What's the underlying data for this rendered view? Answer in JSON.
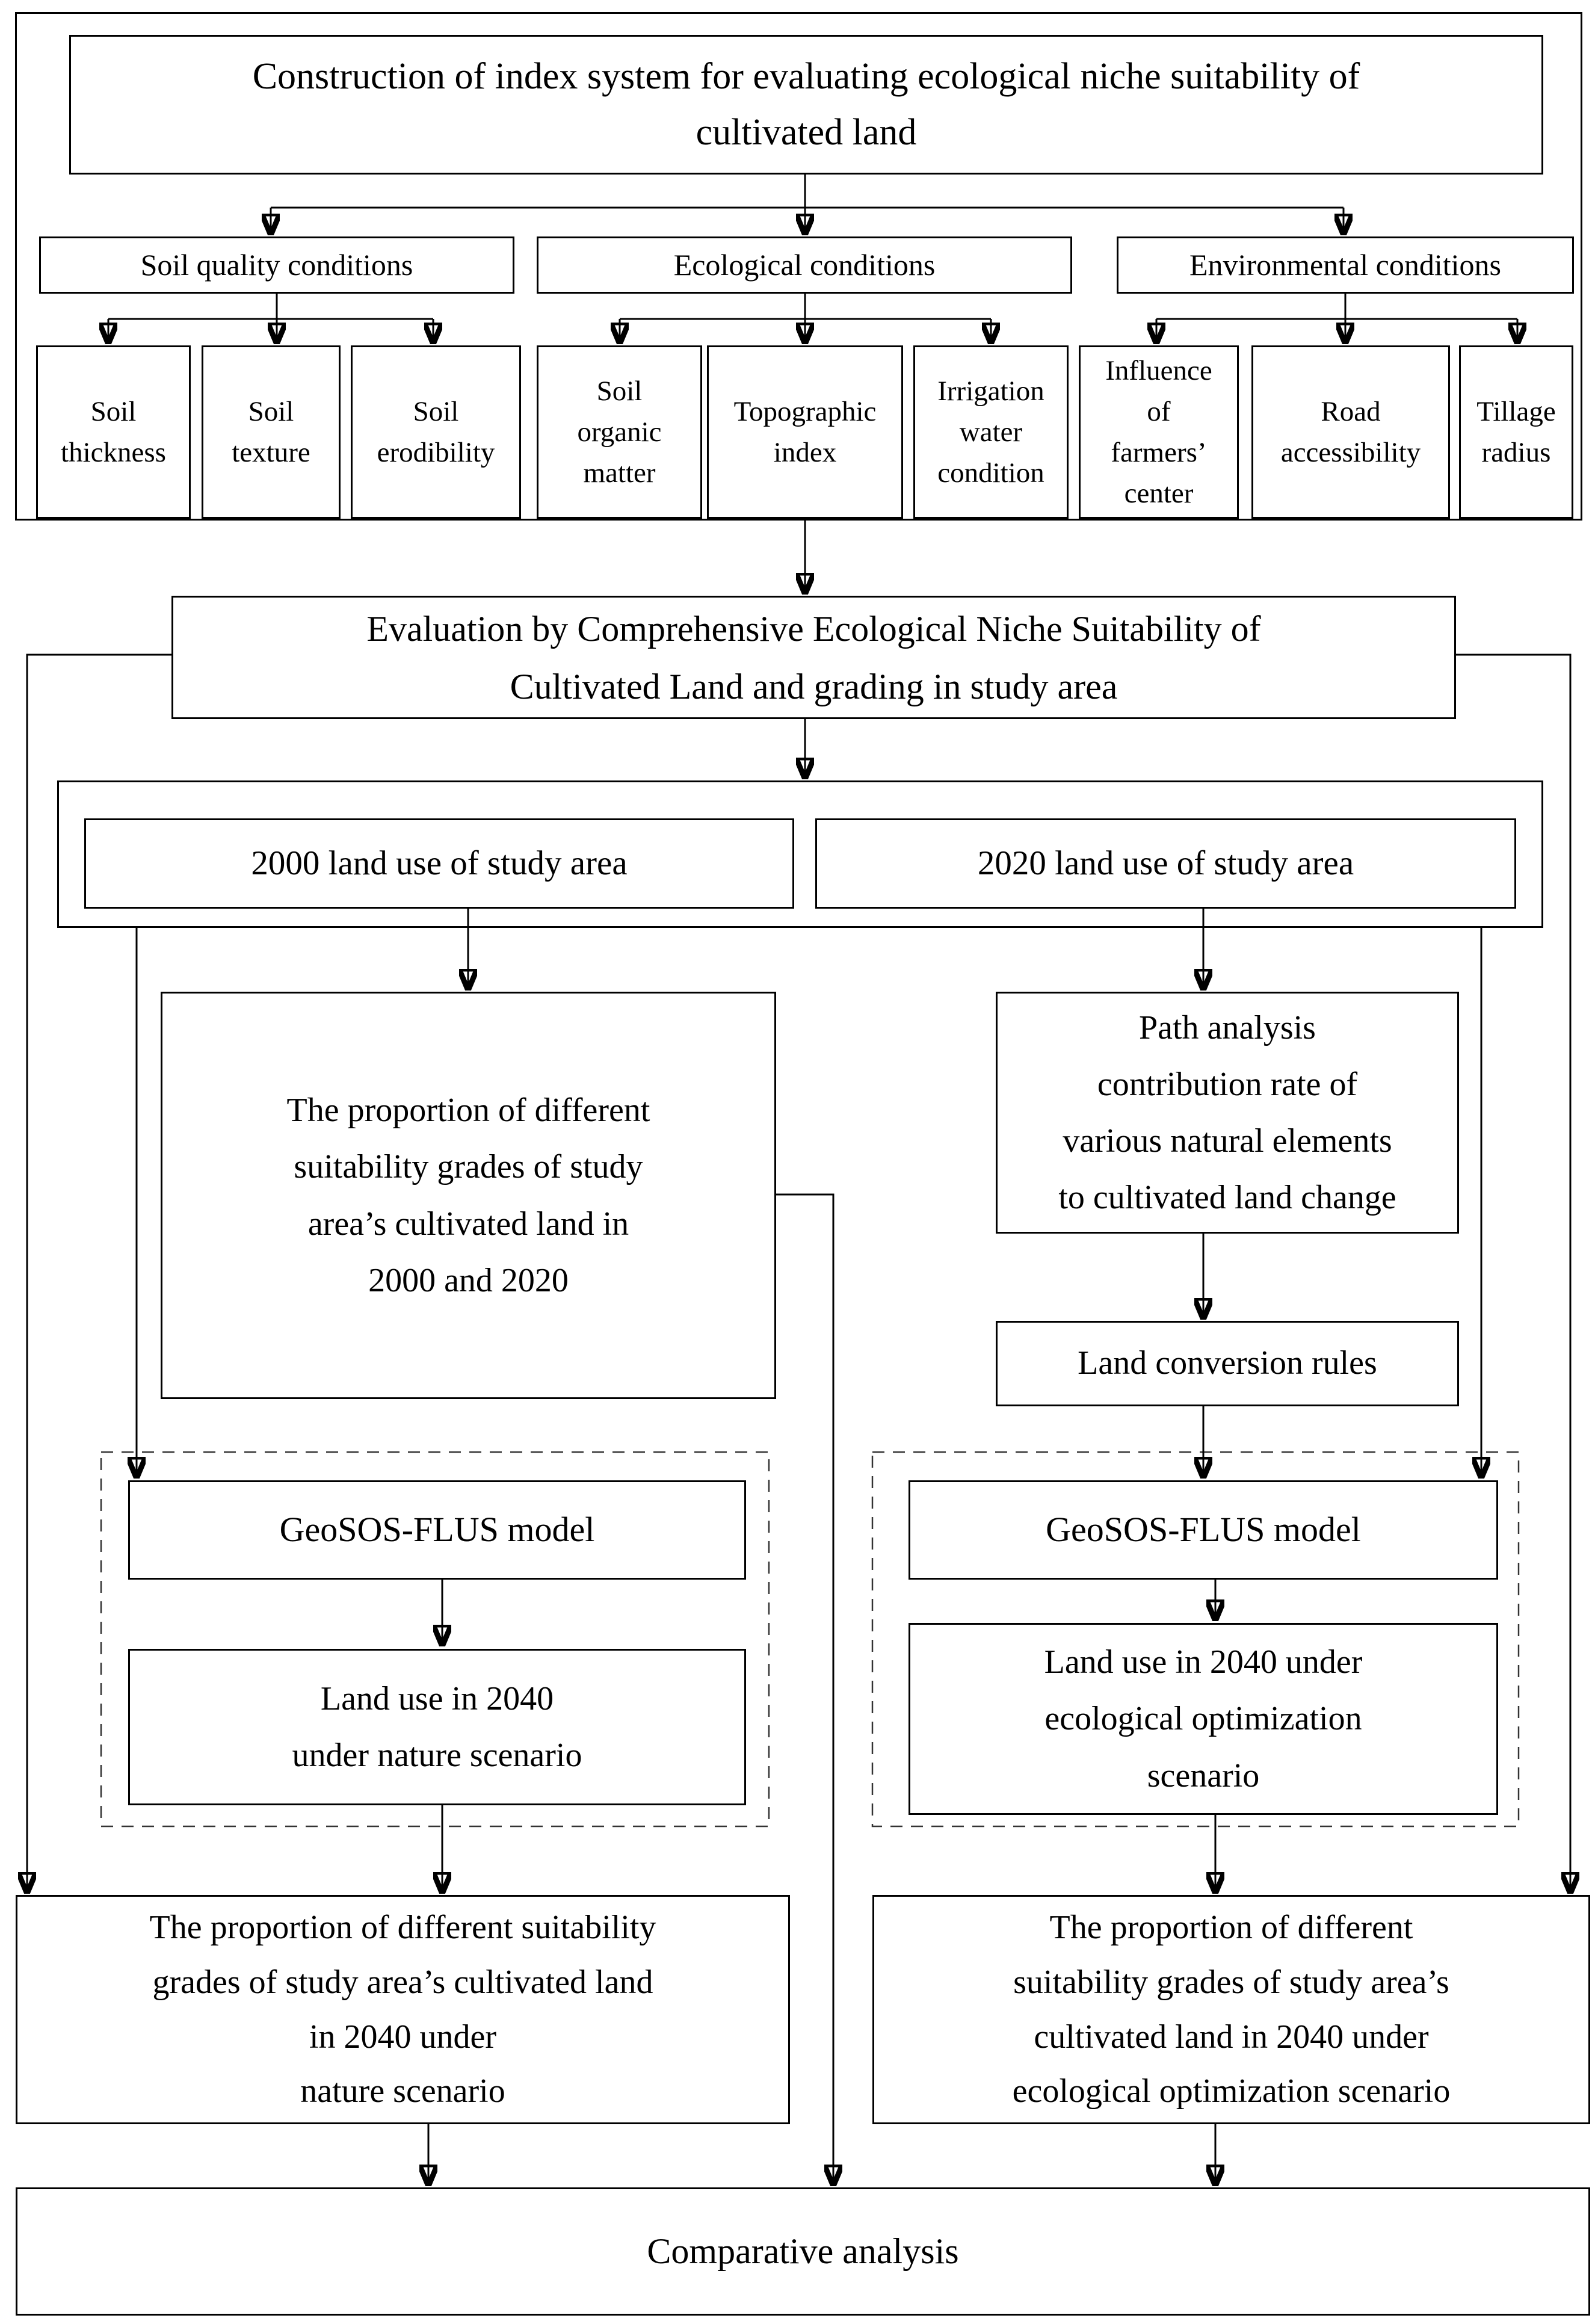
{
  "colors": {
    "line": "#000000",
    "dashed-border": "#333333",
    "background": "#ffffff"
  },
  "top_section": {
    "title": "Construction of index system for evaluating ecological niche suitability of\ncultivated land",
    "groups": [
      {
        "label": "Soil quality conditions",
        "children": [
          "Soil\nthickness",
          "Soil\ntexture",
          "Soil\nerodibility"
        ]
      },
      {
        "label": "Ecological conditions",
        "children": [
          "Soil\norganic\nmatter",
          "Topographic\nindex",
          "Irrigation\nwater\ncondition"
        ]
      },
      {
        "label": "Environmental conditions",
        "children": [
          "Influence\nof\nfarmers’\ncenter",
          "Road\naccessibility",
          "Tillage\nradius"
        ]
      }
    ]
  },
  "evaluation_label": "Evaluation by Comprehensive Ecological Niche Suitability of\nCultivated Land and grading in study area",
  "land_use": {
    "year_2000": "2000 land use  of study area",
    "year_2020": "2020 land use of study area"
  },
  "middle": {
    "proportion_2000_2020": "The proportion of different\nsuitability grades of study\narea’s  cultivated land  in\n2000 and 2020",
    "path_analysis": "Path analysis\ncontribution rate of\nvarious natural elements\nto cultivated land change",
    "land_conversion_rules": "Land conversion rules"
  },
  "nature_scenario": {
    "model": "GeoSOS-FLUS model",
    "land_use_2040": "Land use in 2040\nunder nature scenario",
    "proportion_2040": "The proportion of different suitability\ngrades of study area’s  cultivated land\nin 2040 under\nnature scenario"
  },
  "ecological_scenario": {
    "model": "GeoSOS-FLUS model",
    "land_use_2040": "Land use in 2040 under\necological optimization\nscenario",
    "proportion_2040": "The proportion of different\nsuitability grades of study area’s\ncultivated land in 2040 under\necological optimization scenario"
  },
  "comparative_label": "Comparative analysis"
}
